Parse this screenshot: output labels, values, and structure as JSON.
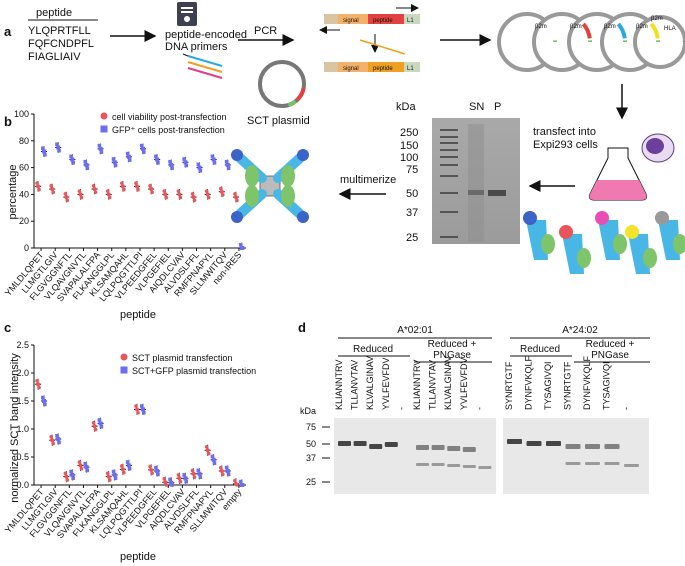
{
  "panel_a": {
    "letter": "a",
    "peptide_header": "peptide",
    "peptides": [
      "YLQPRTFLL",
      "FQFCNDPFL",
      "FIAGLIAIV"
    ],
    "primers_line1": "peptide-encoded",
    "primers_line2": "DNA primers",
    "pcr_label": "PCR",
    "plasmid_label": "SCT plasmid",
    "construct": {
      "signal": "signal",
      "peptide": "peptide",
      "l1": "L1"
    },
    "ring_labels": [
      "β2m",
      "β2m",
      "β2m",
      "β2m",
      "β2m",
      "HLA"
    ],
    "gel": {
      "kda_label": "kDa",
      "lanes": [
        "SN",
        "P"
      ],
      "markers": [
        "250",
        "150",
        "100",
        "75",
        "50",
        "37",
        "25"
      ]
    },
    "transfect_line1": "transfect into",
    "transfect_line2": "Expi293 cells",
    "multimerize": "multimerize"
  },
  "panel_b": {
    "letter": "b",
    "legend": [
      "cell viability post-transfection",
      "GFP⁺ cells post-transfection"
    ],
    "colors": {
      "viability": "#e8555b",
      "gfp": "#6a6ef0"
    },
    "chart_data": {
      "type": "scatter",
      "ylabel": "percentage",
      "xlabel": "peptide",
      "ylim": [
        0,
        100
      ],
      "yticks": [
        0,
        20,
        40,
        60,
        80,
        100
      ],
      "categories": [
        "YMLDLQPET",
        "LLMGTLGIV",
        "FLGVGGNFTL",
        "VLQAVGNVTL",
        "SVAPALALFPA",
        "FLKANGGLPL",
        "KLSAMQAHL",
        "LQLPQGTTLPI",
        "VLPEEDGFEL",
        "VLPGEFIEL",
        "AIQDLCVAV",
        "ALVDSLFFL",
        "RMFPNAPYL",
        "SLLMWITQV",
        "non-IRES"
      ],
      "series": [
        {
          "name": "cell viability post-transfection",
          "values": [
            46,
            44,
            38,
            40,
            44,
            40,
            46,
            46,
            44,
            40,
            40,
            38,
            40,
            42,
            38
          ]
        },
        {
          "name": "GFP⁺ cells post-transfection",
          "values": [
            72,
            75,
            66,
            62,
            74,
            64,
            68,
            74,
            66,
            62,
            64,
            60,
            66,
            62,
            0
          ]
        }
      ]
    }
  },
  "panel_c": {
    "letter": "c",
    "legend": [
      "SCT plasmid transfection",
      "SCT+GFP plasmid transfection"
    ],
    "colors": {
      "sct": "#e8555b",
      "sctgfp": "#6a6ef0"
    },
    "chart_data": {
      "type": "scatter",
      "ylabel": "normalized SCT band intensity",
      "xlabel": "peptide",
      "ylim": [
        0,
        2.5
      ],
      "yticks": [
        "0.0",
        "0.5",
        "1.0",
        "1.5",
        "2.0",
        "2.5"
      ],
      "categories": [
        "YMLDLQPET",
        "LLMGTLGIV",
        "FLGVGGNFTL",
        "VLQAVGNVTL",
        "SVAPALALFPA",
        "FLKANGGLPL",
        "KLSAMQAHL",
        "LQLPQGTTLPI",
        "VLPEEDGFEL",
        "VLPGEFIEL",
        "AIQDLCVAV",
        "ALVDSLFFL",
        "RMFPNAPYL",
        "SLLMWITQV",
        "empty"
      ],
      "series": [
        {
          "name": "SCT plasmid transfection",
          "values": [
            1.8,
            0.8,
            0.15,
            0.35,
            1.05,
            0.15,
            0.28,
            1.35,
            0.27,
            0.05,
            0.12,
            0.2,
            0.62,
            0.25,
            0.02
          ]
        },
        {
          "name": "SCT+GFP plasmid transfection",
          "values": [
            1.5,
            0.82,
            0.18,
            0.32,
            1.1,
            0.18,
            0.35,
            1.35,
            0.25,
            0.04,
            0.12,
            0.2,
            0.45,
            0.25,
            0.0
          ]
        }
      ]
    }
  },
  "panel_d": {
    "letter": "d",
    "groups": [
      {
        "allele": "A*02:01",
        "reduced": "Reduced",
        "png_line1": "Reduced +",
        "png_line2": "PNGase",
        "lanes": [
          "KLIANNTRV",
          "TLLANVTAV",
          "KLVALGINAV",
          "YVLFEVFDV",
          "-",
          "KLIANNTRV",
          "TLLANVTAV",
          "KLVALGINAV",
          "YVLFEVFDV",
          "-"
        ]
      },
      {
        "allele": "A*24:02",
        "reduced": "Reduced",
        "png_line1": "Reduced +",
        "png_line2": "PNGase",
        "lanes": [
          "SYNRTGTF",
          "DYNFVKQLF",
          "TYSAGIVQI",
          "SYNRTGTF",
          "DYNFVKQLF",
          "TYSAGIVQI",
          "-"
        ]
      }
    ],
    "kda_label": "kDa",
    "markers": [
      "75",
      "50",
      "37",
      "25"
    ]
  }
}
